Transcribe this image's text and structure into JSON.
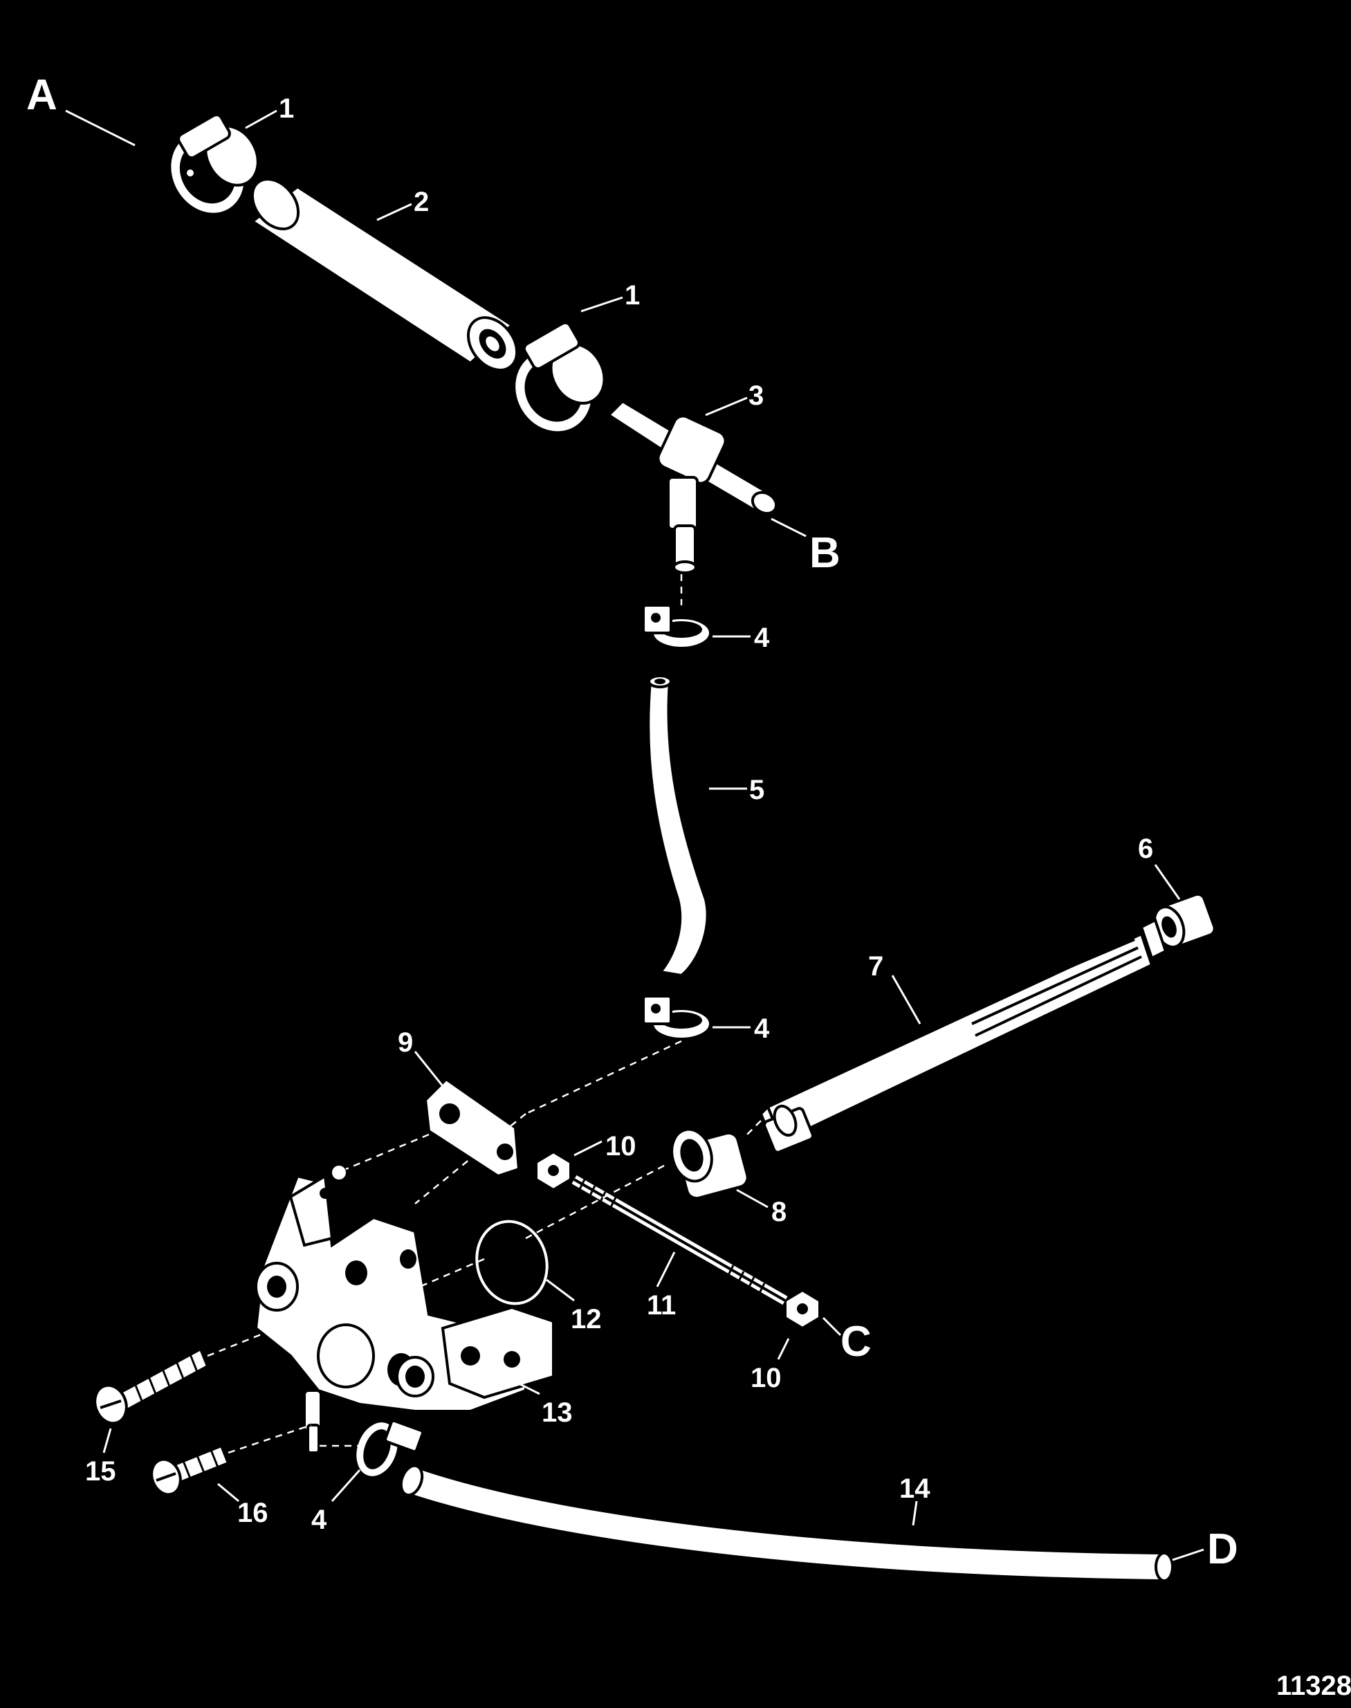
{
  "diagram": {
    "figure_number": "11328",
    "callouts": {
      "a": "A",
      "b": "B",
      "c": "C",
      "d": "D",
      "p1_top": "1",
      "p1_lower": "1",
      "p2": "2",
      "p3": "3",
      "p4_upper": "4",
      "p4_middle": "4",
      "p4_lower": "4",
      "p5": "5",
      "p6": "6",
      "p7": "7",
      "p8": "8",
      "p9": "9",
      "p10_upper": "10",
      "p10_lower": "10",
      "p11": "11",
      "p12": "12",
      "p13": "13",
      "p14": "14",
      "p15": "15",
      "p16": "16"
    },
    "colors": {
      "background": "#000000",
      "line_art": "#ffffff"
    }
  }
}
